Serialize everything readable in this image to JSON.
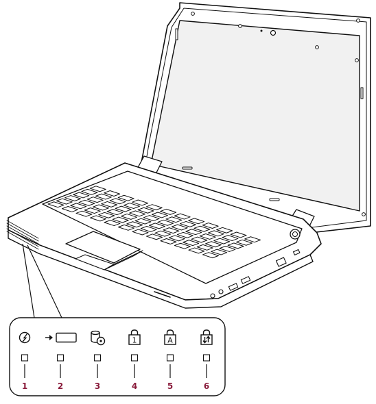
{
  "colors": {
    "line": "#111111",
    "label": "#8a1c3c",
    "screen": "#f1f1f1",
    "background": "#ffffff"
  },
  "indicators": [
    {
      "number": "1",
      "icon": "power-icon"
    },
    {
      "number": "2",
      "icon": "ac-battery-icon"
    },
    {
      "number": "3",
      "icon": "drive-activity-icon"
    },
    {
      "number": "4",
      "icon": "num-lock-icon"
    },
    {
      "number": "5",
      "icon": "caps-lock-icon"
    },
    {
      "number": "6",
      "icon": "scroll-lock-icon"
    }
  ]
}
